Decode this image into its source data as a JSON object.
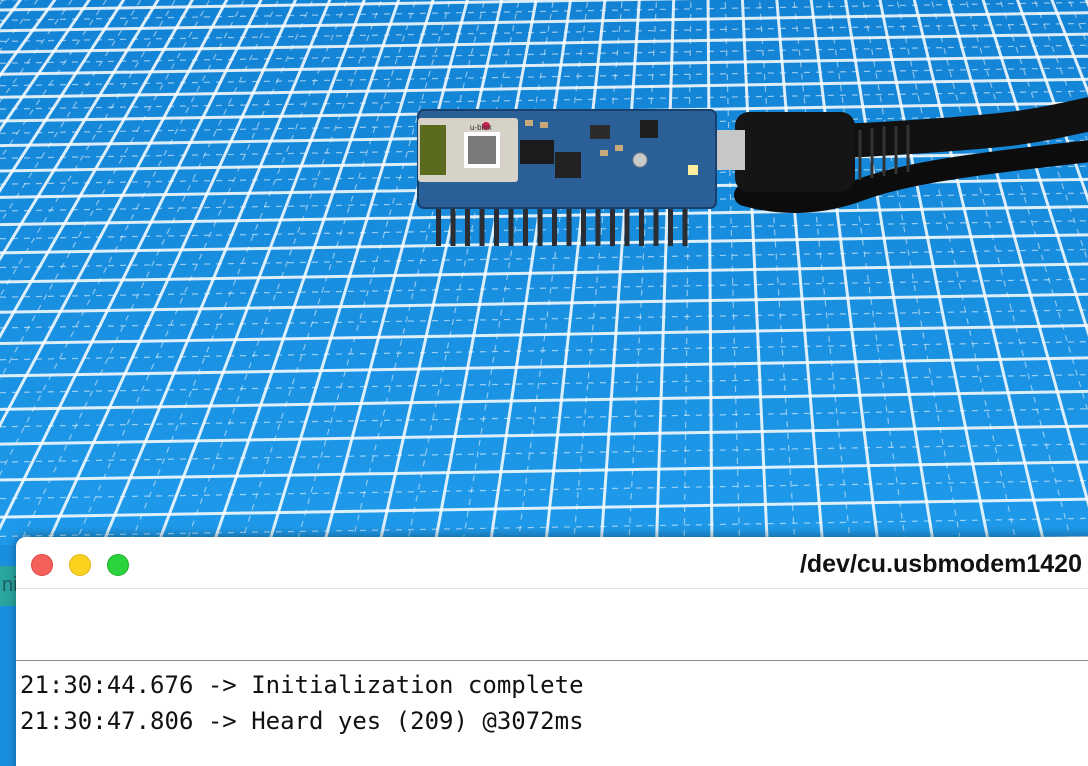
{
  "photo": {
    "mat_color": "#1a8fe0",
    "grid_color": "#ffffff",
    "board_color": "#2a5f98",
    "module_label": "u-blox"
  },
  "background_window": {
    "partial_glyph": "ni"
  },
  "serial_monitor": {
    "title": "/dev/cu.usbmodem1420",
    "input_value": "",
    "input_placeholder": "",
    "traffic_lights": {
      "close_color": "#f4605a",
      "minimize_color": "#fbd11e",
      "zoom_color": "#2bd33c"
    },
    "lines": [
      {
        "text": "21:30:44.676 -> Initialization complete"
      },
      {
        "text": "21:30:47.806 -> Heard yes (209) @3072ms"
      }
    ]
  }
}
